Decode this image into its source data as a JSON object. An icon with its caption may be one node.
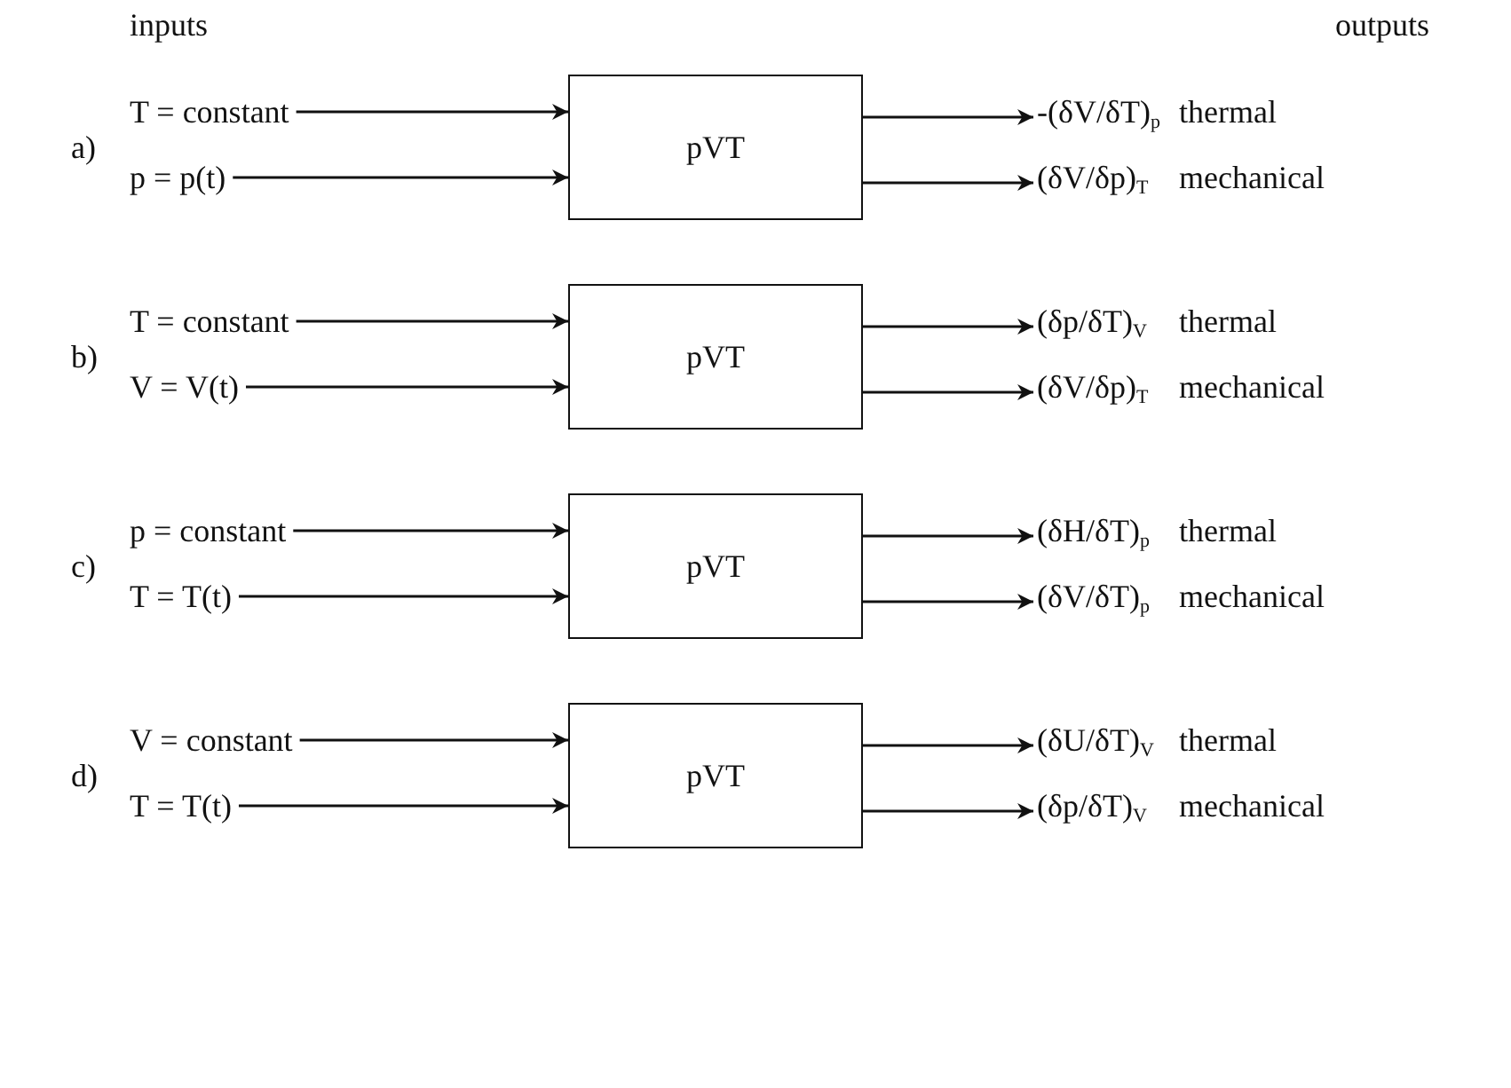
{
  "diagram": {
    "nodes": [
      {
        "text": [
          "T = constant"
        ]
      },
      {
        "text": [
          "p = p(t)"
        ]
      },
      {
        "text": [
          "pVT"
        ]
      },
      {
        "text": [
          "-(δV/δT)$_{p}$"
        ],
        "beside": [
          "thermal"
        ]
      },
      {
        "text": [
          "(δV/δp)$_{T}$"
        ],
        "beside": [
          "mechanical"
        ]
      },
      {
        "text": [
          "T = constant"
        ]
      },
      {
        "text": [
          "V = V(t)"
        ]
      },
      {
        "text": [
          "pVT"
        ]
      },
      {
        "text": [
          "(δp/δT)$_{V}$"
        ],
        "beside": [
          "thermal"
        ]
      },
      {
        "text": [
          "(δV/δp)$_{T}$"
        ],
        "beside": [
          "mechanical"
        ]
      },
      {
        "text": [
          "p = constant"
        ]
      },
      {
        "text": [
          "T = T(t)"
        ]
      },
      {
        "text": [
          "pVT"
        ]
      },
      {
        "text": [
          "(δH/δT)$_{p}$"
        ],
        "beside": [
          "thermal"
        ]
      },
      {
        "text": [
          "(δV/δT)$_{p}$"
        ],
        "beside": [
          "mechanical"
        ]
      },
      {
        "text": [
          "V = constant"
        ]
      },
      {
        "text": [
          "T = T(t)"
        ]
      },
      {
        "text": [
          "pVT"
        ]
      },
      {
        "text": [
          "(δU/δT)$_{V}$"
        ],
        "beside": [
          "thermal"
        ]
      },
      {
        "text": [
          "(δp/δT)$_{V}$"
        ],
        "beside": [
          "mechanical"
        ]
      }
    ],
    "edges": [
      {
        "from": 0,
        "to": 2,
        "arrow": "to"
      },
      {
        "from": 1,
        "to": 2,
        "arrow": "to"
      },
      {
        "from": 2,
        "to": 3,
        "arrow": "to"
      },
      {
        "from": 2,
        "to": 4,
        "arrow": "to"
      },
      {
        "from": 5,
        "to": 7,
        "arrow": "to"
      },
      {
        "from": 6,
        "to": 7,
        "arrow": "to"
      },
      {
        "from": 7,
        "to": 8,
        "arrow": "to"
      },
      {
        "from": 7,
        "to": 9,
        "arrow": "to"
      },
      {
        "from": 10,
        "to": 12,
        "arrow": "to"
      },
      {
        "from": 11,
        "to": 12,
        "arrow": "to"
      },
      {
        "from": 12,
        "to": 13,
        "arrow": "to"
      },
      {
        "from": 12,
        "to": 14,
        "arrow": "to"
      },
      {
        "from": 15,
        "to": 17,
        "arrow": "to"
      },
      {
        "from": 16,
        "to": 17,
        "arrow": "to"
      },
      {
        "from": 17,
        "to": 18,
        "arrow": "to"
      },
      {
        "from": 17,
        "to": 19,
        "arrow": "to"
      }
    ],
    "labels": [
      "inputs",
      "outputs",
      "a)",
      "b)",
      "c)",
      "d)"
    ]
  }
}
